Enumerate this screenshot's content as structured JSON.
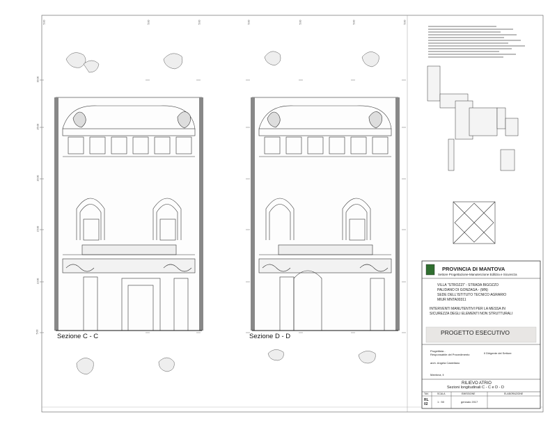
{
  "sections": [
    {
      "id": "cc",
      "label": "Sezione C - C"
    },
    {
      "id": "dd",
      "label": "Sezione D - D"
    }
  ],
  "elevations": [
    "30.00",
    "25.00",
    "20.00",
    "15.00",
    "10.00",
    "5.00"
  ],
  "grid_top": "5.00",
  "notes_lines": 12,
  "title_block": {
    "authority": "PROVINCIA DI MANTOVA",
    "department": "Settore Progettazione-Manutenzione Edilizia e Sicurezza",
    "building_lines": [
      "VILLA \"STROZZI\" - STRADA BIGOZZO",
      "PALIDANO DI GONZAGA - (MN)",
      "SEDE DELL'ISTITUTO TECNICO AGRARIO",
      "MIUR MNTA00311"
    ],
    "work_lines": [
      "INTERVENTI MANUTENTIVI PER LA MESSA IN",
      "SICUREZZA DEGLI ELEMENTI NON STRUTTURALI"
    ],
    "phase": "PROGETTO ESECUTIVO",
    "left_sign": [
      "Progettista -",
      "Responsabile del Procedimento"
    ],
    "right_sign": "Il Dirigente del Settore",
    "signer": "arch. Angela Castellano",
    "place": "Mantova, li",
    "drawing_title": "RILIEVO ATRIO",
    "drawing_subtitle": "Sezioni longitudinali C - C e D - D",
    "cols": [
      "TAV.",
      "SCALA",
      "EMISSIONE",
      "ELABORAZIONE"
    ],
    "sheet": "RL\n02",
    "scale": "1 : 50",
    "emission": "gennaio 2017"
  }
}
